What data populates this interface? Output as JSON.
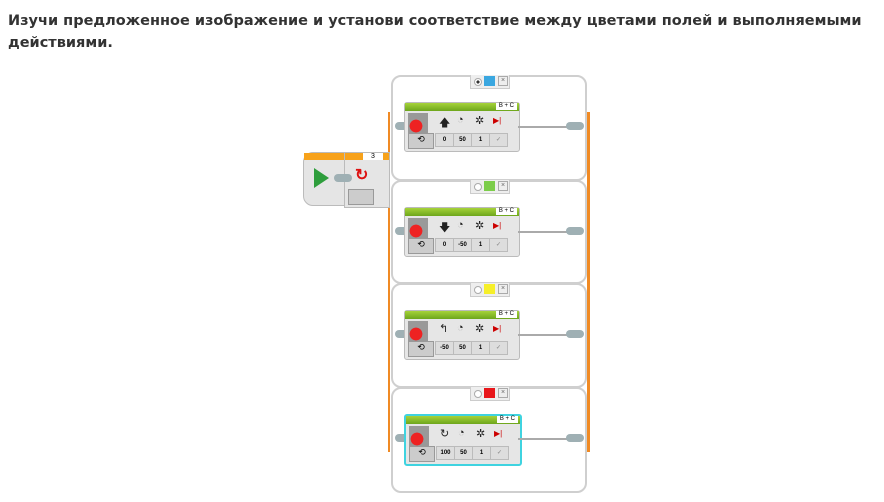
{
  "question": "Изучи предложенное изображение и установи соответствие между цветами полей и выполняемыми действиями.",
  "start_block": {
    "icon": "play-icon",
    "color": "#2e9e3c"
  },
  "switch_block": {
    "port": "3",
    "mode_icon": "color-sensor-icon"
  },
  "cases": [
    {
      "color": "#3aa7e0",
      "selected_radio": true,
      "port": "B + C",
      "direction_icon": "arrow-up",
      "values": [
        "0",
        "50",
        "1",
        "✓"
      ],
      "highlighted": false
    },
    {
      "color": "#7ccd4a",
      "selected_radio": false,
      "port": "B + C",
      "direction_icon": "arrow-down",
      "values": [
        "0",
        "-50",
        "1",
        "✓"
      ],
      "highlighted": false
    },
    {
      "color": "#f6ef2a",
      "selected_radio": false,
      "port": "B + C",
      "direction_icon": "arrow-turn-left",
      "values": [
        "-50",
        "50",
        "1",
        "✓"
      ],
      "highlighted": false
    },
    {
      "color": "#e8161a",
      "selected_radio": false,
      "port": "B + C",
      "direction_icon": "rotate-clockwise",
      "values": [
        "100",
        "50",
        "1",
        "✓"
      ],
      "highlighted": true
    }
  ],
  "glyphs": {
    "arrow-up": "🡅",
    "arrow-down": "🡇",
    "arrow-turn-left": "↰",
    "rotate-clockwise": "↻",
    "close": "×",
    "stop": "▶|"
  }
}
